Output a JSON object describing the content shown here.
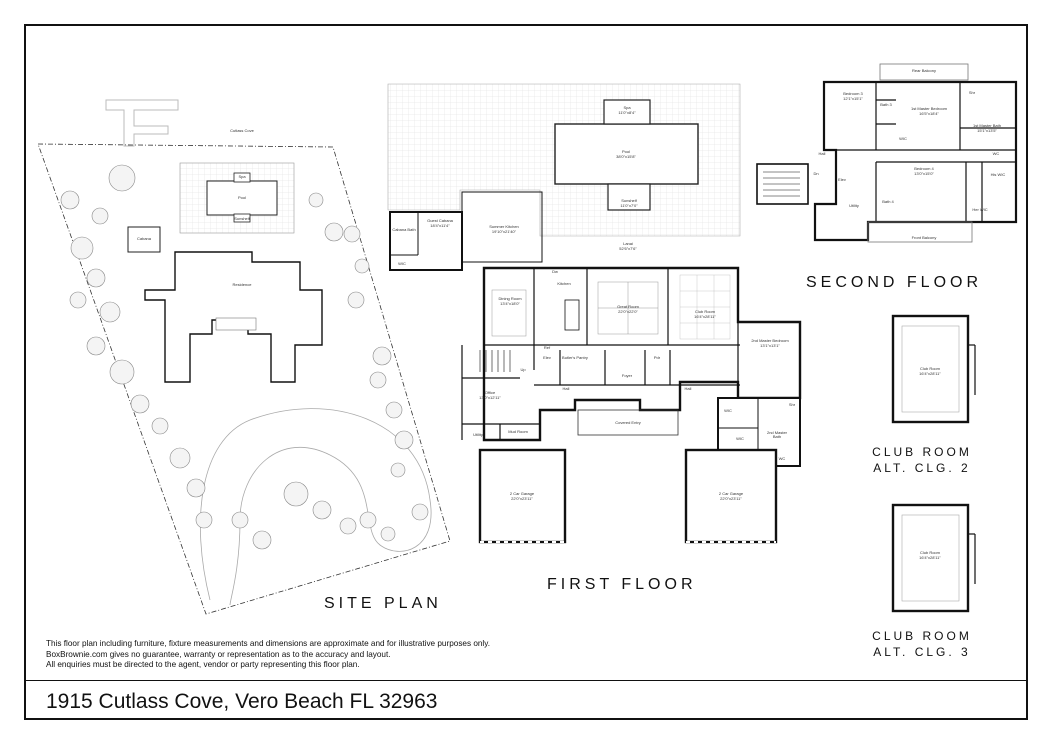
{
  "address": "1915 Cutlass Cove, Vero Beach FL 32963",
  "disclaimer": [
    "This floor plan including furniture, fixture measurements and dimensions are approximate and for illustrative purposes only.",
    "BoxBrownie.com gives no guarantee, warranty or representation as to the accuracy and layout.",
    "All enquiries must be directed to the agent, vendor or party representing this floor plan."
  ],
  "headings": {
    "site_plan": "SITE PLAN",
    "first_floor": "FIRST FLOOR",
    "second_floor": "SECOND FLOOR",
    "club_alt_2_line1": "CLUB ROOM",
    "club_alt_2_line2": "ALT. CLG. 2",
    "club_alt_3_line1": "CLUB ROOM",
    "club_alt_3_line2": "ALT. CLG. 3"
  },
  "site_plan": {
    "street": "Cutlass Cove",
    "spa": "Spa",
    "pool": "Pool",
    "sunshelf": "Sunshelf",
    "cabana": "Cabana",
    "residence": "Residence"
  },
  "first_floor": {
    "spa": "Spa",
    "spa_dim": "11'0\"x8'4\"",
    "pool": "Pool",
    "pool_dim": "38'0\"x15'8\"",
    "sunshelf": "Sunshelf",
    "sunshelf_dim": "11'0\"x7'0\"",
    "guest_cabana": "Guest Cabana",
    "guest_cabana_dim": "18'4\"x11'4\"",
    "cabana_bath": "Cabana Bath",
    "wic": "WIC",
    "summer_kitchen": "Summer Kitchen",
    "summer_kitchen_dim": "19'10\"x21'40\"",
    "lanai": "Lanai",
    "lanai_dim": "52'6\"x7'6\"",
    "kitchen": "Kitchen",
    "dining_room": "Dining Room",
    "dining_room_dim": "13'4\"x18'0\"",
    "great_room": "Great Room",
    "great_room_dim": "22'0\"x22'0\"",
    "club_room": "Club Room",
    "club_room_dim": "16'4\"x28'11\"",
    "second_master": "2nd Master Bedroom",
    "second_master_dim": "13'1\"x13'1\"",
    "butlers_pantry": "Butler's Pantry",
    "ref": "Ref",
    "elev": "Elev",
    "up": "Up",
    "foyer": "Foyer",
    "hall_left": "Hall",
    "hall_right": "Hall",
    "pdr": "Pdr",
    "office": "Office",
    "office_dim": "13'0\"x12'11\"",
    "utility": "Utility",
    "mud_room": "Mud Room",
    "covered_entry": "Covered Entry",
    "wic2": "WIC",
    "wic3": "WIC",
    "wc": "WC",
    "second_master_bath": "2nd Master Bath",
    "shr": "Shr",
    "garage_left": "2 Car Garage",
    "garage_left_dim": "22'0\"x23'11\"",
    "garage_right": "2 Car Garage",
    "garage_right_dim": "22'0\"x23'11\"",
    "dw": "Dw"
  },
  "second_floor": {
    "rear_balcony": "Rear Balcony",
    "bedroom3": "Bedroom 3",
    "bedroom3_dim": "12'1\"x15'1\"",
    "bath3": "Bath 3",
    "first_master": "1st Master Bedroom",
    "first_master_dim": "16'5\"x18'4\"",
    "first_master_bath": "1st Master Bath",
    "first_master_bath_dim": "15'1\"x13'5\"",
    "shr": "Shr",
    "wic": "WIC",
    "hall": "Hall",
    "dn": "Dn",
    "elev": "Elev",
    "bedroom4": "Bedroom 4",
    "bedroom4_dim": "13'0\"x15'0\"",
    "bath4": "Bath 4",
    "utility": "Utility",
    "his_wic": "His WIC",
    "her_wic": "Her WIC",
    "wc": "WC",
    "front_balcony": "Front Balcony"
  },
  "club_alt_2": {
    "name": "Club Room",
    "dim": "16'4\"x28'11\""
  },
  "club_alt_3": {
    "name": "Club Room",
    "dim": "16'4\"x28'11\""
  }
}
